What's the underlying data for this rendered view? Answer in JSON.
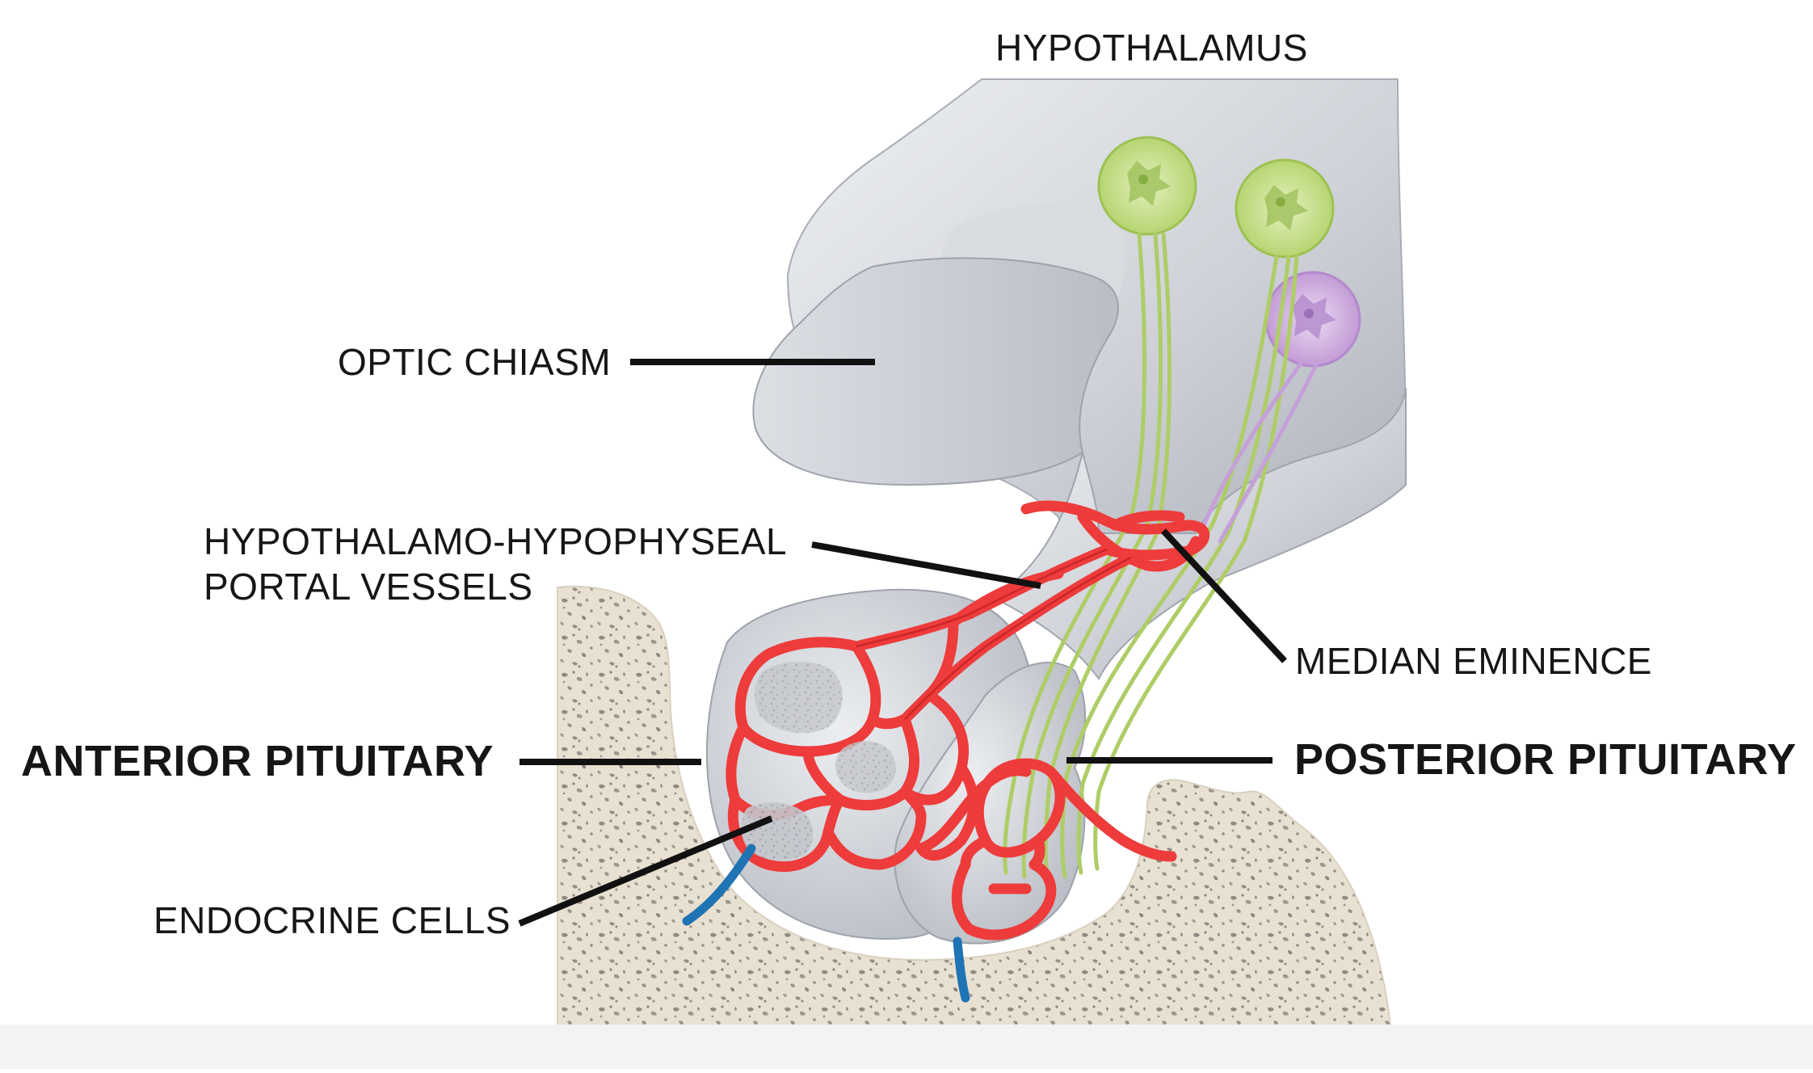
{
  "labels": {
    "hypothalamus": "HYPOTHALAMUS",
    "optic_chiasm": "OPTIC CHIASM",
    "portal_vessels_line1": "HYPOTHALAMO-HYPOPHYSEAL",
    "portal_vessels_line2": "PORTAL VESSELS",
    "median_eminence": "MEDIAN EMINENCE",
    "anterior_pituitary": "ANTERIOR PITUITARY",
    "posterior_pituitary": "POSTERIOR PITUITARY",
    "endocrine_cells": "ENDOCRINE CELLS"
  },
  "colors": {
    "tissue": "#c9ccd3",
    "tissue_light": "#e4e6ea",
    "bone": "#e7dfd0",
    "bone_speckle": "#9a958c",
    "vessel_red": "#ee3b3b",
    "vessel_dark": "#b3191d",
    "neuron_green": "#b9d77a",
    "neuron_purple": "#c6a3d9",
    "vein_blue": "#1f74b3",
    "leader_line": "#111111"
  }
}
